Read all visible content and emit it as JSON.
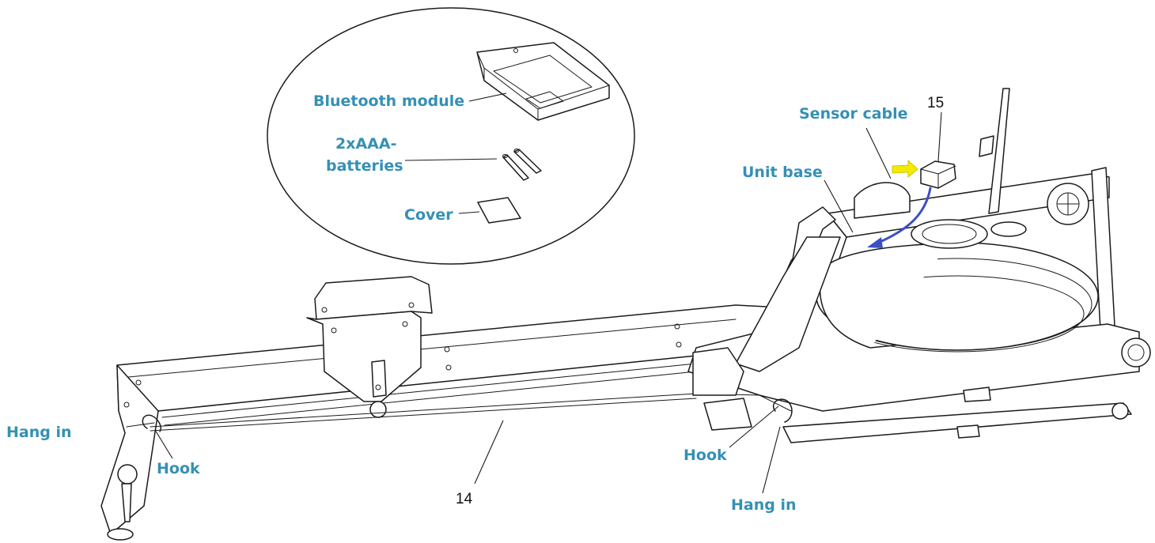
{
  "labels": {
    "bluetooth_module": "Bluetooth module",
    "batteries_line1": "2xAAA-",
    "batteries_line2": "batteries",
    "cover": "Cover",
    "sensor_cable": "Sensor cable",
    "part_15": "15",
    "unit_base": "Unit base",
    "hang_in_left": "Hang in",
    "hook_left": "Hook",
    "part_14": "14",
    "hook_right": "Hook",
    "hang_in_right": "Hang in"
  },
  "colors": {
    "label_blue": "#3590b5",
    "arrow_yellow": "#f2ea00",
    "cable_blue": "#3a4fc8",
    "line_ink": "#1b1b1b"
  }
}
